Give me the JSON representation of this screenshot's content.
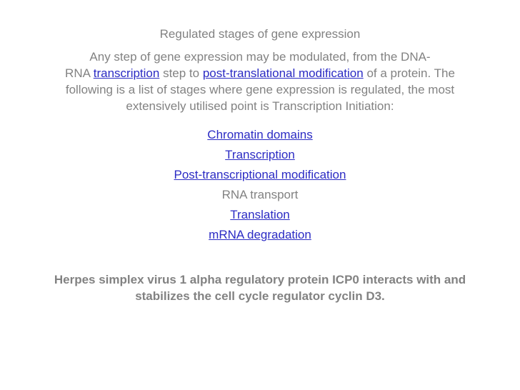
{
  "slide": {
    "title": "Regulated stages of gene expression",
    "paragraph": {
      "line1": "Any step of gene expression may be modulated, from the DNA-",
      "line2": {
        "seg1": "RNA ",
        "link1": "transcription",
        "seg2": " step to ",
        "link2": "post-translational modification",
        "seg3": " of a protein. The"
      },
      "line3": "following is a list of stages where gene expression is regulated, the most",
      "line4": "extensively utilised point is Transcription Initiation:"
    },
    "stages": [
      {
        "label": "Chromatin domains",
        "is_link": true
      },
      {
        "label": "Transcription",
        "is_link": true
      },
      {
        "label": "Post-transcriptional modification",
        "is_link": true
      },
      {
        "label": "RNA transport",
        "is_link": false
      },
      {
        "label": "Translation",
        "is_link": true
      },
      {
        "label": "mRNA degradation",
        "is_link": true
      }
    ],
    "statement": {
      "line1": "Herpes simplex virus 1 alpha regulatory protein ICP0 interacts with and",
      "line2": "stabilizes the cell cycle regulator cyclin D3."
    },
    "colors": {
      "background": "#ffffff",
      "body_text_gray": "#828282",
      "link_blue": "#2b2bc4"
    }
  }
}
